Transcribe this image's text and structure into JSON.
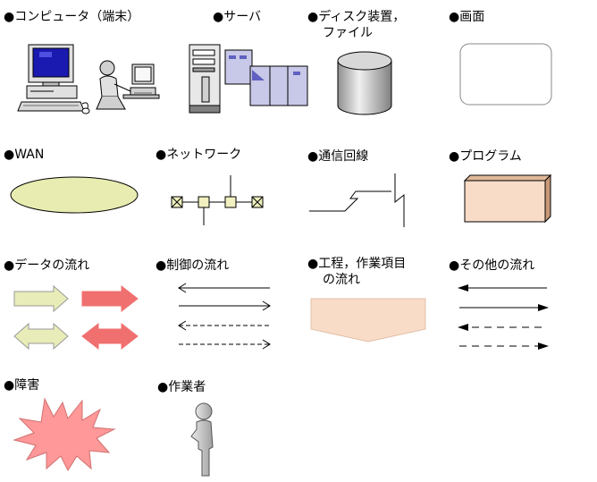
{
  "legend": {
    "terminal": "●コンピュータ（端末）",
    "server": "●サーバ",
    "disk_line1": "●ディスク装置，",
    "disk_line2": "ファイル",
    "screen": "●画面",
    "wan": "●WAN",
    "network": "●ネットワーク",
    "comm_line": "●通信回線",
    "program": "●プログラム",
    "data_flow": "●データの流れ",
    "control_flow": "●制御の流れ",
    "process_line1": "●工程，作業項目",
    "process_line2": "の流れ",
    "other_flow": "●その他の流れ",
    "fault": "●障害",
    "worker": "●作業者"
  },
  "colors": {
    "monitor_screen": "#1a1ab0",
    "server_body": "#e8e8f0",
    "server_panel": "#c8c8e8",
    "disk": "#c0c0c0",
    "wan": "#e8ecb0",
    "network_node": "#f0f0c0",
    "program_front": "#f8dcc8",
    "program_top": "#e0b898",
    "data_arrow_yellow": "#e8ecb8",
    "data_arrow_red": "#f07070",
    "process_fill": "#f8dcc8",
    "fault_fill": "#ff9898",
    "worker": "#c0c0c0"
  }
}
